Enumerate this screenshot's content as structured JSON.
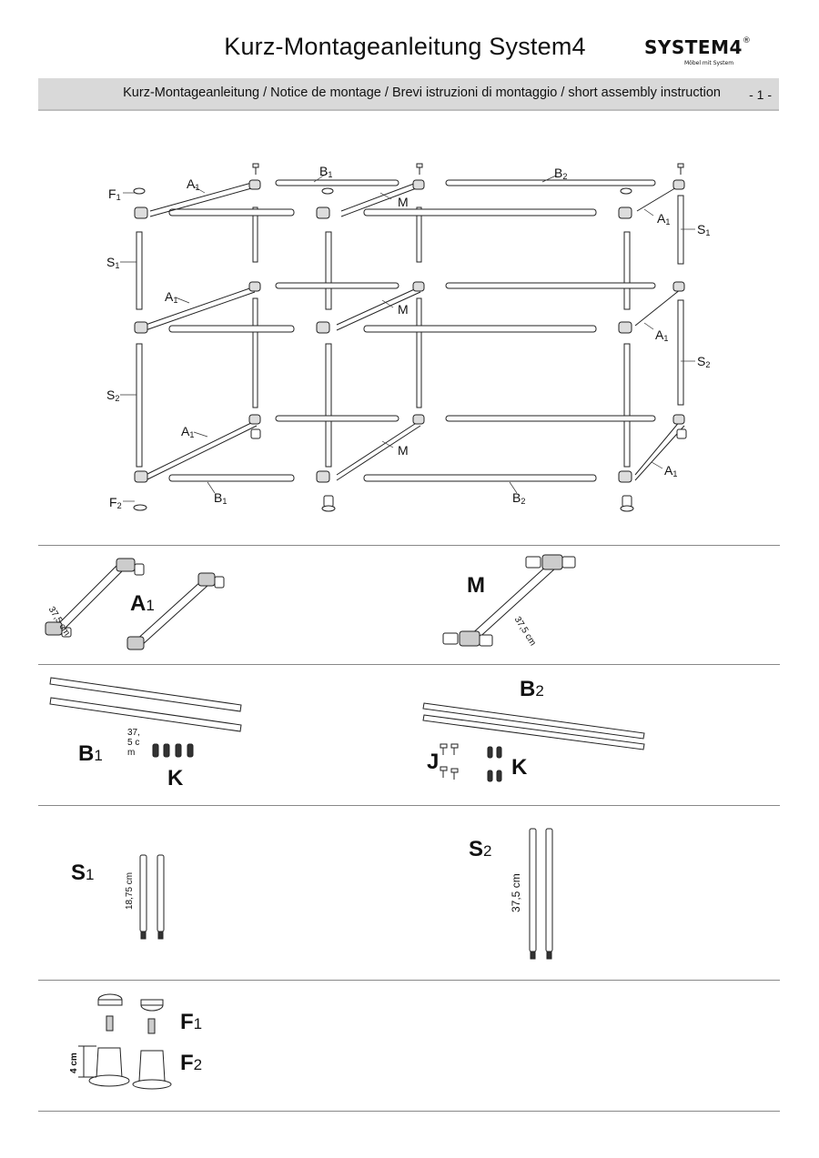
{
  "header": {
    "title": "Kurz-Montageanleitung System4",
    "logo": "SYSTEM4",
    "logo_mark": "®",
    "logo_sub": "Möbel mit System",
    "subtitle": "Kurz-Montageanleitung / Notice de montage / Brevi istruzioni di montaggio / short assembly instruction",
    "page": "- 1 -"
  },
  "overview_labels": {
    "F1": "F",
    "F2": "F",
    "A1": "A",
    "B1": "B",
    "B2": "B",
    "M": "M",
    "S1": "S",
    "S2": "S",
    "sub1": "1",
    "sub2": "2"
  },
  "parts": {
    "A1": {
      "letter": "A",
      "sub": "1",
      "dim": "37,5 cm"
    },
    "M": {
      "letter": "M",
      "dim": "37,5 cm"
    },
    "B1": {
      "letter": "B",
      "sub": "1",
      "dim": "37,5 cm"
    },
    "K_left": {
      "letter": "K"
    },
    "B2": {
      "letter": "B",
      "sub": "2"
    },
    "J": {
      "letter": "J"
    },
    "K_right": {
      "letter": "K"
    },
    "S1": {
      "letter": "S",
      "sub": "1",
      "dim": "18,75 cm"
    },
    "S2": {
      "letter": "S",
      "sub": "2",
      "dim": "37,5 cm"
    },
    "F1": {
      "letter": "F",
      "sub": "1"
    },
    "F2": {
      "letter": "F",
      "sub": "2"
    },
    "foot_dim": "4 cm"
  }
}
